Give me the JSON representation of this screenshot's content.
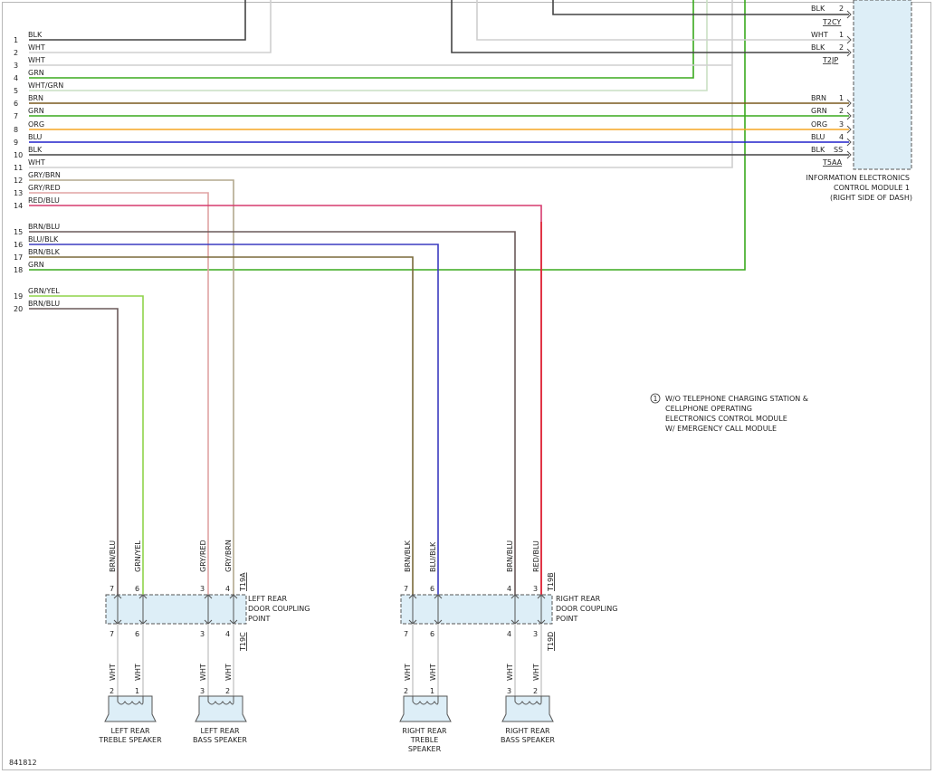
{
  "frame_color": "#b8b8b8",
  "left_wires": [
    {
      "num": "1",
      "label": "BLK",
      "color": "#444444"
    },
    {
      "num": "2",
      "label": "WHT",
      "color": "#cfcfcf"
    },
    {
      "num": "3",
      "label": "WHT",
      "color": "#cfcfcf"
    },
    {
      "num": "4",
      "label": "GRN",
      "color": "#3aaa1e"
    },
    {
      "num": "5",
      "label": "WHT/GRN",
      "color": "#c9dfc3"
    },
    {
      "num": "6",
      "label": "BRN",
      "color": "#7a5a1e"
    },
    {
      "num": "7",
      "label": "GRN",
      "color": "#3aaa1e"
    },
    {
      "num": "8",
      "label": "ORG",
      "color": "#f5a623"
    },
    {
      "num": "9",
      "label": "BLU",
      "color": "#2222cc"
    },
    {
      "num": "10",
      "label": "BLK",
      "color": "#444444"
    },
    {
      "num": "11",
      "label": "WHT",
      "color": "#cfcfcf"
    },
    {
      "num": "12",
      "label": "GRY/BRN",
      "color": "#b3a88e"
    },
    {
      "num": "13",
      "label": "GRY/RED",
      "color": "#e0a3a3"
    },
    {
      "num": "14",
      "label": "RED/BLU",
      "color": "#d63a6e"
    },
    {
      "num": "15",
      "label": "BRN/BLU",
      "color": "#6a5a5a"
    },
    {
      "num": "16",
      "label": "BLU/BLK",
      "color": "#3b3bc0"
    },
    {
      "num": "17",
      "label": "BRN/BLK",
      "color": "#7a6a3a"
    },
    {
      "num": "18",
      "label": "GRN",
      "color": "#3aaa1e"
    },
    {
      "num": "19",
      "label": "GRN/YEL",
      "color": "#8fd34a"
    },
    {
      "num": "20",
      "label": "BRN/BLU",
      "color": "#6a5a5a"
    }
  ],
  "right_pins": [
    {
      "label": "BLK",
      "pin": "2"
    },
    {
      "label": "WHT",
      "pin": "1"
    },
    {
      "label": "BLK",
      "pin": "2"
    },
    {
      "label": "BRN",
      "pin": "1"
    },
    {
      "label": "GRN",
      "pin": "2"
    },
    {
      "label": "ORG",
      "pin": "3"
    },
    {
      "label": "BLU",
      "pin": "4"
    },
    {
      "label": "BLK",
      "pin": "SS"
    }
  ],
  "connector_ids": {
    "c1": "T2CY",
    "c2": "T2JP",
    "c3": "T5AA"
  },
  "module_label": [
    "INFORMATION ELECTRONICS",
    "CONTROL MODULE 1",
    "(RIGHT SIDE OF DASH)"
  ],
  "footnote": {
    "marker": "1",
    "lines": [
      "W/O TELEPHONE CHARGING STATION &",
      "CELLPHONE OPERATING",
      "ELECTRONICS CONTROL MODULE",
      "W/ EMERGENCY CALL MODULE"
    ]
  },
  "left_coupling": {
    "label": [
      "LEFT REAR",
      "DOOR COUPLING",
      "POINT"
    ],
    "top_id": "T19A",
    "bottom_id": "T19C",
    "wires": [
      {
        "label": "BRN/BLU",
        "pin": "7"
      },
      {
        "label": "GRN/YEL",
        "pin": "6"
      },
      {
        "label": "GRY/RED",
        "pin": "3"
      },
      {
        "label": "GRY/BRN",
        "pin": "4"
      }
    ]
  },
  "right_coupling": {
    "label": [
      "RIGHT REAR",
      "DOOR COUPLING",
      "POINT"
    ],
    "top_id": "T19B",
    "bottom_id": "T19D",
    "wires": [
      {
        "label": "BRN/BLK",
        "pin": "7"
      },
      {
        "label": "BLU/BLK",
        "pin": "6"
      },
      {
        "label": "BRN/BLU",
        "pin": "4"
      },
      {
        "label": "RED/BLU",
        "pin": "3"
      }
    ]
  },
  "lower_wire_label": "WHT",
  "speakers": [
    {
      "pins": [
        "2",
        "1"
      ],
      "label": [
        "LEFT REAR",
        "TREBLE SPEAKER"
      ]
    },
    {
      "pins": [
        "3",
        "2"
      ],
      "label": [
        "LEFT REAR",
        "BASS SPEAKER"
      ]
    },
    {
      "pins": [
        "2",
        "1"
      ],
      "label": [
        "RIGHT REAR",
        "TREBLE",
        "SPEAKER"
      ]
    },
    {
      "pins": [
        "3",
        "2"
      ],
      "label": [
        "RIGHT REAR",
        "BASS SPEAKER"
      ]
    }
  ],
  "figure_number": "841812"
}
